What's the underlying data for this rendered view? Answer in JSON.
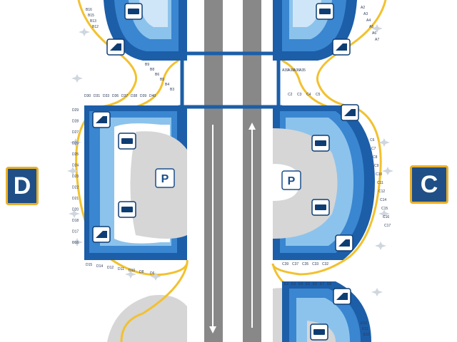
{
  "terminals": {
    "left": {
      "letter": "D"
    },
    "right": {
      "letter": "C"
    }
  },
  "parking": {
    "symbol": "P"
  },
  "colors": {
    "road": "#888888",
    "curb_yellow": "#f2c12e",
    "terminal_dark": "#1c5ea8",
    "terminal_mid": "#3a86d0",
    "terminal_light": "#8cc3ec",
    "terminal_pale": "#cfe6f8",
    "garage_grey": "#d6d6d6",
    "badge_bg": "#1f4f86",
    "badge_border": "#e9b02a",
    "outline": "#0e3d73"
  },
  "gates": {
    "d_top": [
      "D30",
      "D31",
      "D33",
      "D36",
      "D37",
      "D38",
      "D39",
      "D40"
    ],
    "d_left": [
      "D29",
      "D28",
      "D27",
      "D26",
      "D25",
      "D24",
      "D23",
      "D22",
      "D21",
      "D20",
      "D18",
      "D17",
      "D16"
    ],
    "d_bottom": [
      "D15",
      "D14",
      "D12",
      "D11",
      "D10",
      "D8",
      "D6"
    ],
    "c_top": [
      "C2",
      "C3",
      "C4",
      "C5"
    ],
    "c_right": [
      "C6",
      "C7",
      "C8",
      "C9",
      "C10",
      "C11",
      "C12",
      "C14",
      "C15",
      "C16",
      "C17"
    ],
    "c_bottom": [
      "C39",
      "C37",
      "C35",
      "C33",
      "C32"
    ],
    "b_right": [
      "B9",
      "B8",
      "B6",
      "B5",
      "B4",
      "B3"
    ],
    "b_top": [
      "B16",
      "B15",
      "B13",
      "B12"
    ],
    "a_left": [
      "A39",
      "A38",
      "A36",
      "A35"
    ],
    "a_top": [
      "A2",
      "A3",
      "A4",
      "A5",
      "A6",
      "A7"
    ],
    "e_top": [
      "E2",
      "E3",
      "E4",
      "E5",
      "E6",
      "E7",
      "E8"
    ],
    "e_right": [
      "E10",
      "E11",
      "E12"
    ]
  },
  "icons": [
    "shuttle-bus-icon",
    "skylink-train-icon",
    "restroom-icon",
    "airplane-icon"
  ]
}
